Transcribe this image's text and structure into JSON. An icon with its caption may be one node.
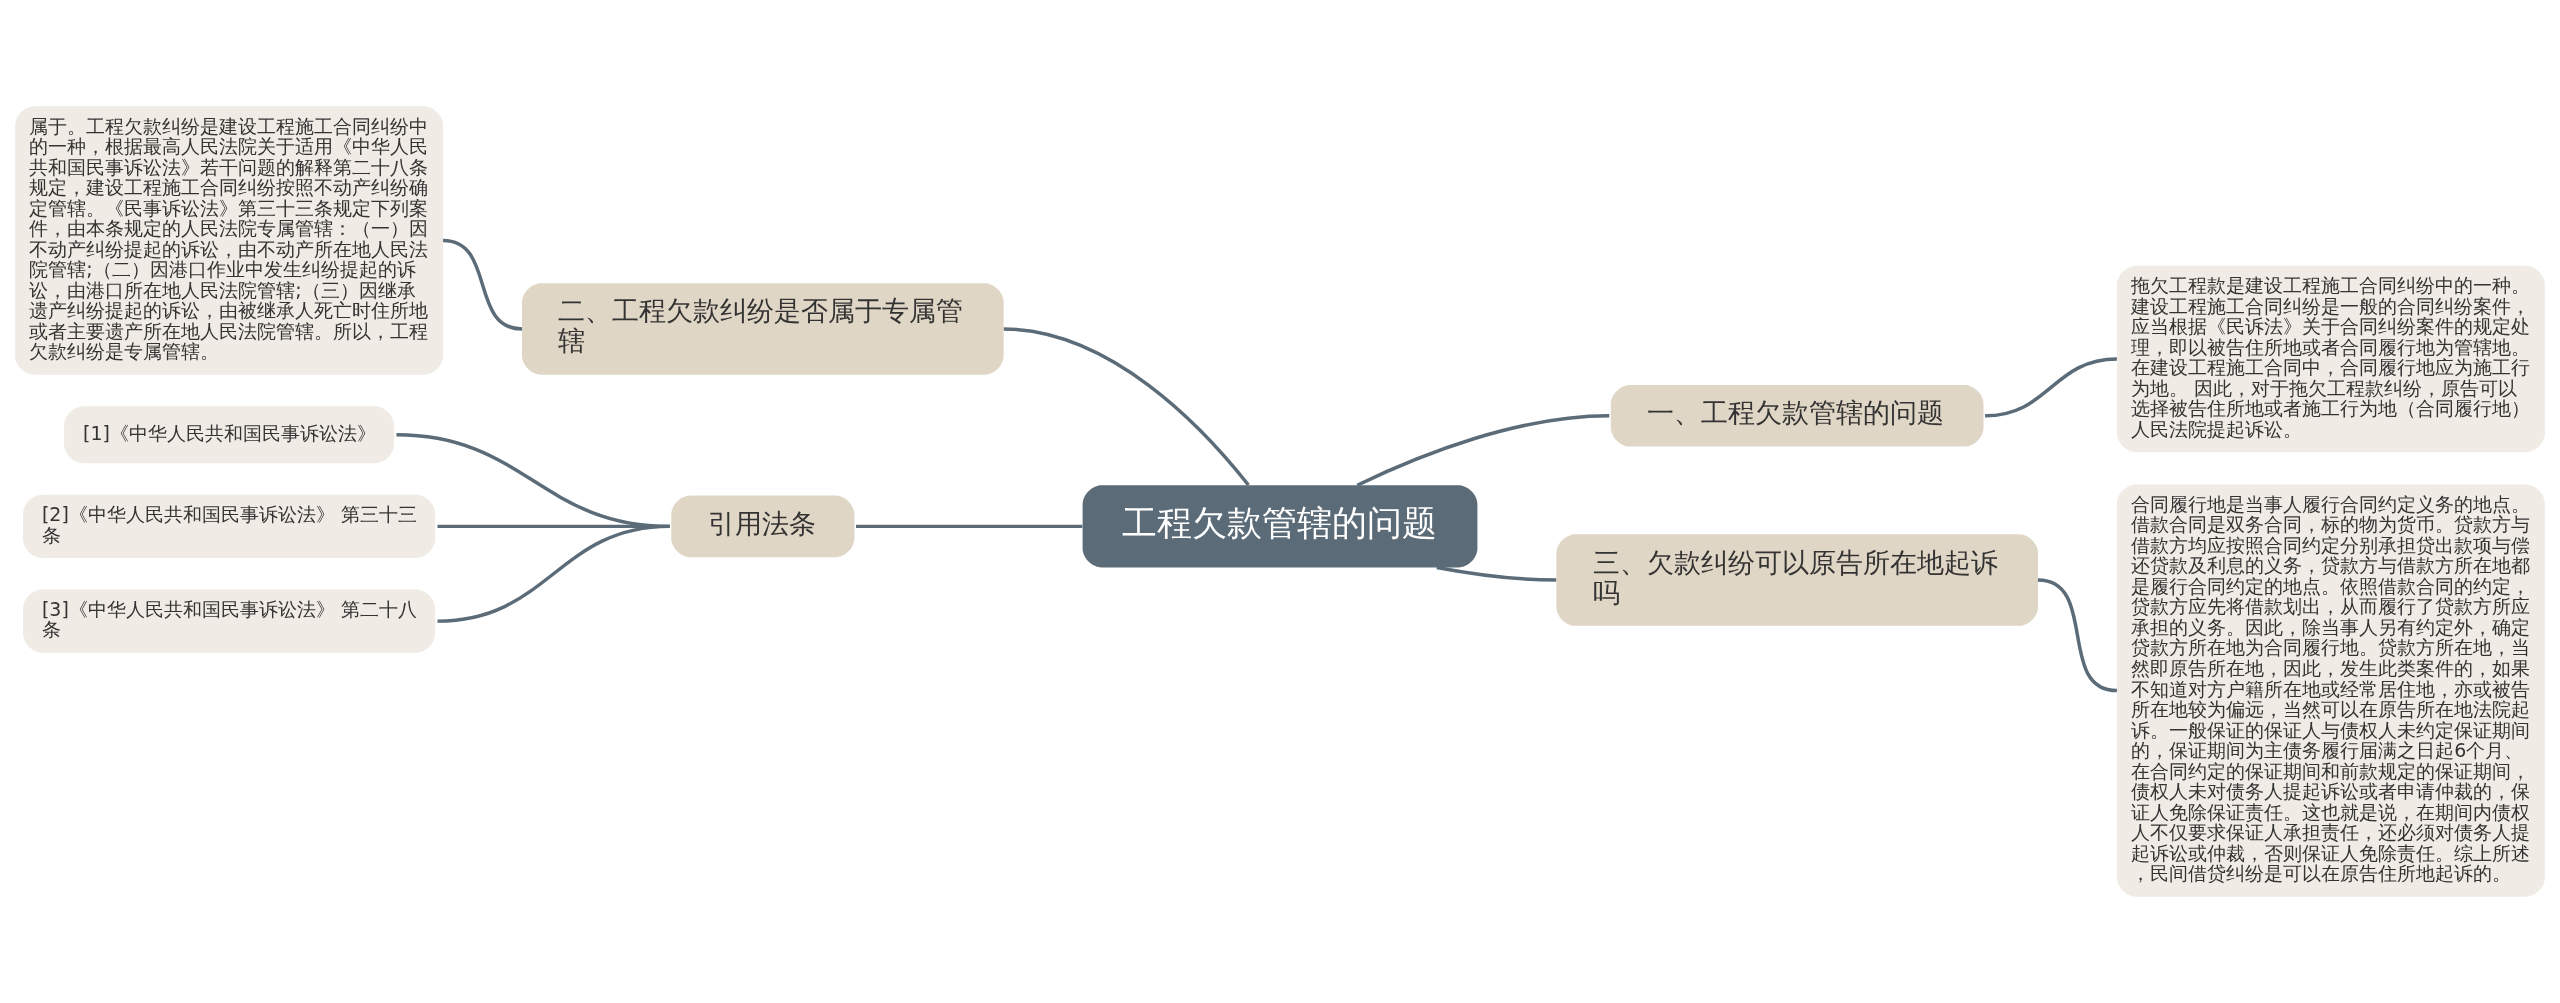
{
  "diagram": {
    "nodes": [
      {
        "text": [
          "工程欠款管辖的问题"
        ]
      },
      {
        "text": [
          "一、工程欠款管辖的问题"
        ]
      },
      {
        "text": [
          "拖欠工程款是建设工程施工合同纠纷中的一种。建设工程施工合同纠纷是一般的合同纠纷案件，应当根据《民诉法》关于合同纠纷案件的规定处理，即以被告住所地或者合同履行地为管辖地。在建设工程施工合同中，合同履行地应为施工行为地。 因此，对于拖欠工程款纠纷，原告可以选择被告住所地或者施工行为地（合同履行地）人民法院提起诉讼。"
        ]
      },
      {
        "text": [
          "三、欠款纠纷可以原告所在地起诉吗"
        ]
      },
      {
        "text": [
          "合同履行地是当事人履行合同约定义务的地点。借款合同是双务合同，标的物为货币。贷款方与借款方均应按照合同约定分别承担贷出款项与偿还贷款及利息的义务，贷款方与借款方所在地都是履行合同约定的地点。依照借款合同的约定，贷款方应先将借款划出，从而履行了贷款方所应承担的义务。因此，除当事人另有约定外，确定贷款方所在地为合同履行地。贷款方所在地，当然即原告所在地，因此，发生此类案件的，如果不知道对方户籍所在地或经常居住地，亦或被告所在地较为偏远，当然可以在原告所在地法院起诉。一般保证的保证人与债权人未约定保证期间的，保证期间为主债务履行届满之日起6个月、在合同约定的保证期间和前款规定的保证期间，债权人未对债务人提起诉讼或者申请仲裁的，保证人免除保证责任。这也就是说，在期间内债权人不仅要求保证人承担责任，还必须对债务人提起诉讼或仲裁，否则保证人免除责任。综上所述，民间借贷纠纷是可以在原告住所地起诉的。"
        ]
      },
      {
        "text": [
          "二、工程欠款纠纷是否属于专属管辖"
        ]
      },
      {
        "text": [
          "属于。工程欠款纠纷是建设工程施工合同纠纷中的一种，根据最高人民法院关于适用《中华人民共和国民事诉讼法》若干问题的解释第二十八条规定，建设工程施工合同纠纷按照不动产纠纷确定管辖。《民事诉讼法》第三十三条规定下列案件，由本条规定的人民法院专属管辖：（一）因不动产纠纷提起的诉讼，由不动产所在地人民法院管辖;（二）因港口作业中发生纠纷提起的诉讼，由港口所在地人民法院管辖;（三）因继承遗产纠纷提起的诉讼，由被继承人死亡时住所地或者主要遗产所在地人民法院管辖。所以，工程欠款纠纷是专属管辖。"
        ]
      },
      {
        "text": [
          "引用法条"
        ]
      },
      {
        "text": [
          "[1]《中华人民共和国民事诉讼法》"
        ]
      },
      {
        "text": [
          "[2]《中华人民共和国民事诉讼法》 第三十三条"
        ]
      },
      {
        "text": [
          "[3]《中华人民共和国民事诉讼法》 第二十八条"
        ]
      }
    ],
    "edges": [
      {
        "from": 0,
        "to": 1,
        "arrow": "none"
      },
      {
        "from": 1,
        "to": 2,
        "arrow": "none"
      },
      {
        "from": 0,
        "to": 3,
        "arrow": "none"
      },
      {
        "from": 3,
        "to": 4,
        "arrow": "none"
      },
      {
        "from": 0,
        "to": 5,
        "arrow": "none"
      },
      {
        "from": 5,
        "to": 6,
        "arrow": "none"
      },
      {
        "from": 0,
        "to": 7,
        "arrow": "none"
      },
      {
        "from": 7,
        "to": 8,
        "arrow": "none"
      },
      {
        "from": 7,
        "to": 9,
        "arrow": "none"
      },
      {
        "from": 7,
        "to": 10,
        "arrow": "none"
      }
    ]
  }
}
